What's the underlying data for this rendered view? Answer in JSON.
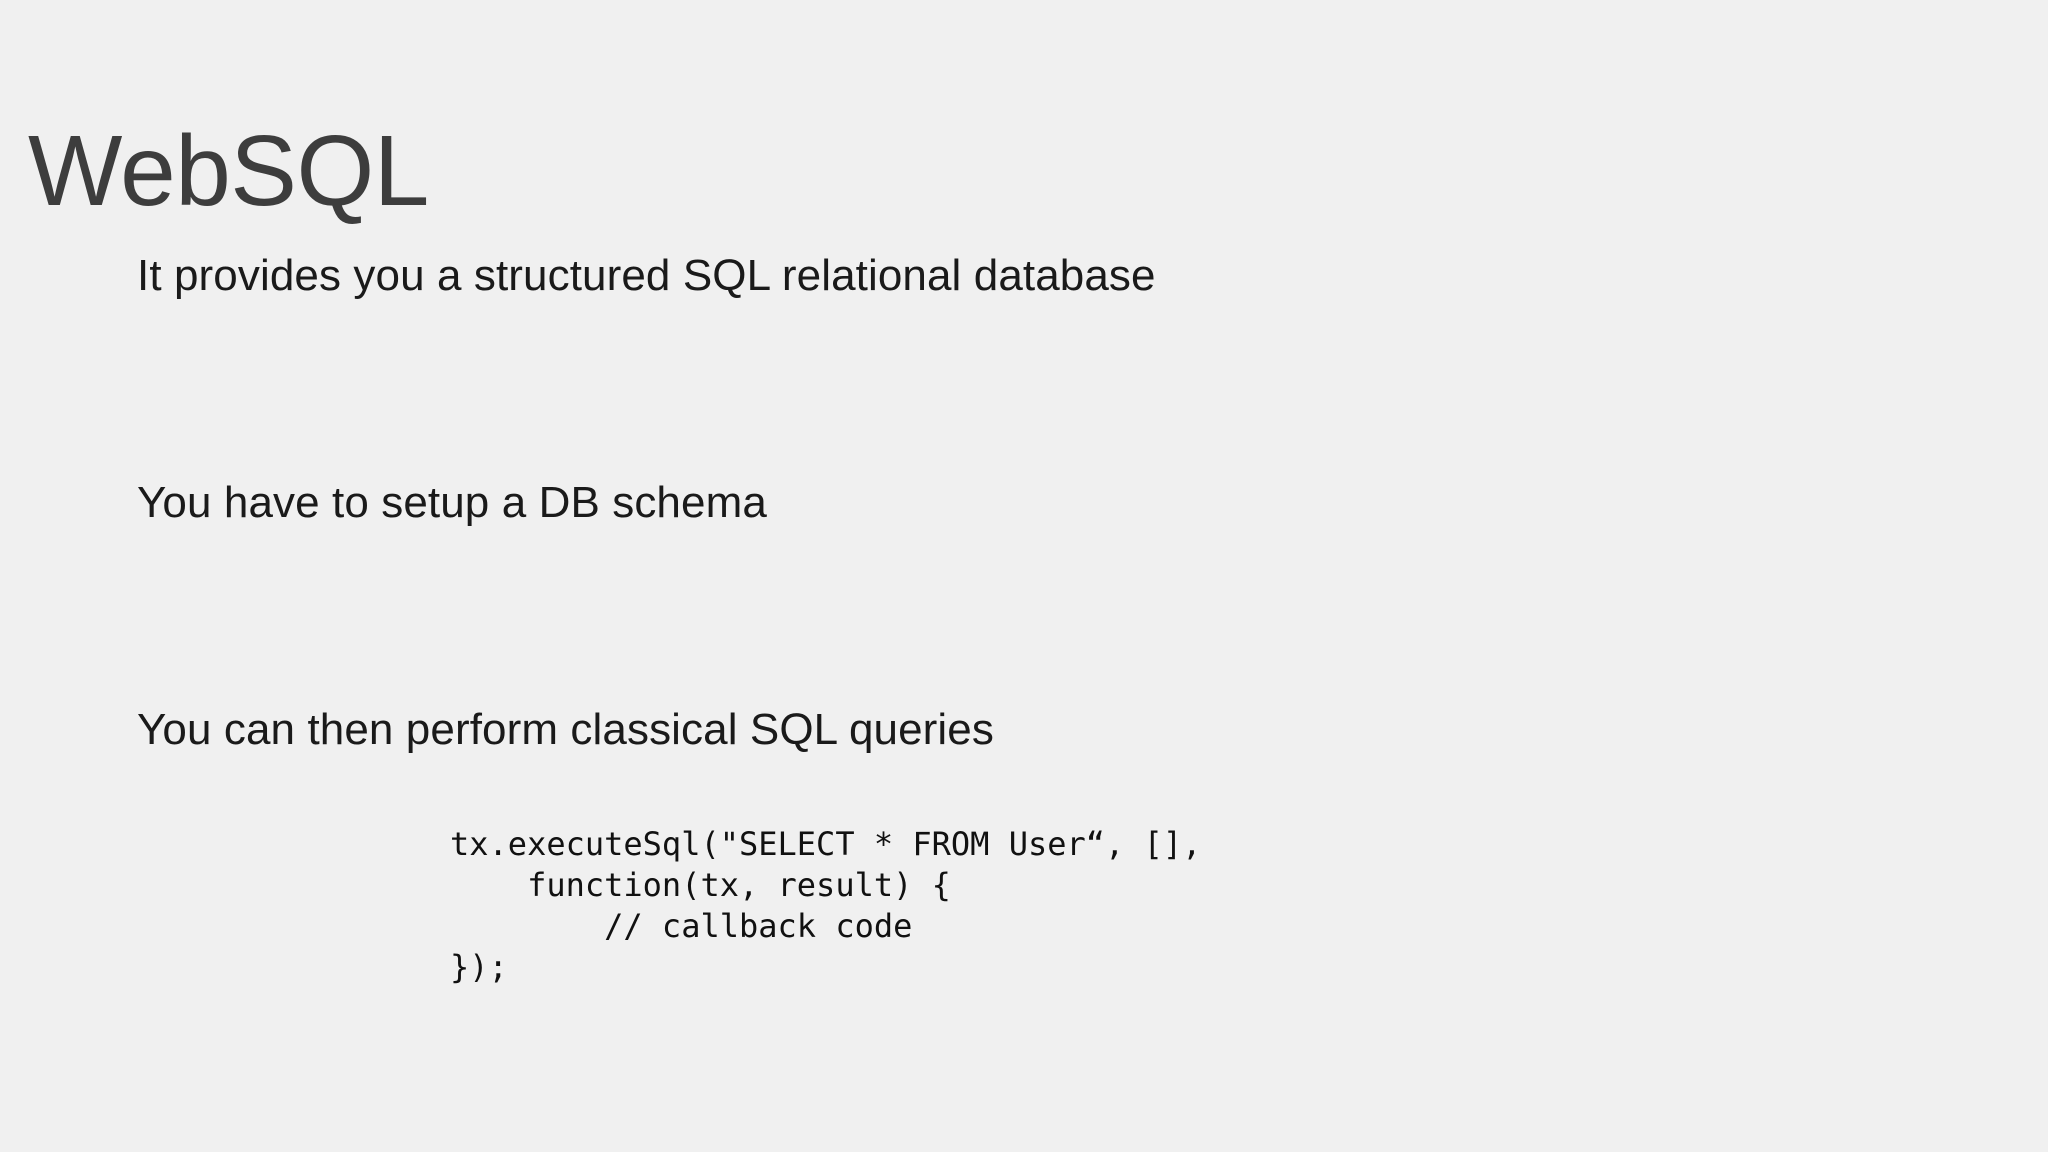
{
  "slide": {
    "title": "WebSQL",
    "background_color": "#f0f0f0",
    "title_color": "#3d3d3d",
    "body_color": "#1a1a1a",
    "code_color": "#111111",
    "bullets": [
      "It provides you a structured SQL relational database",
      "You have to setup a DB schema",
      "You can then perform classical SQL queries"
    ],
    "code": {
      "language": "javascript",
      "lines": [
        "tx.executeSql(\"SELECT * FROM User“, [],",
        "    function(tx, result) {",
        "        // callback code",
        "});"
      ],
      "text": "tx.executeSql(\"SELECT * FROM User“, [],\n    function(tx, result) {\n        // callback code\n});"
    }
  }
}
